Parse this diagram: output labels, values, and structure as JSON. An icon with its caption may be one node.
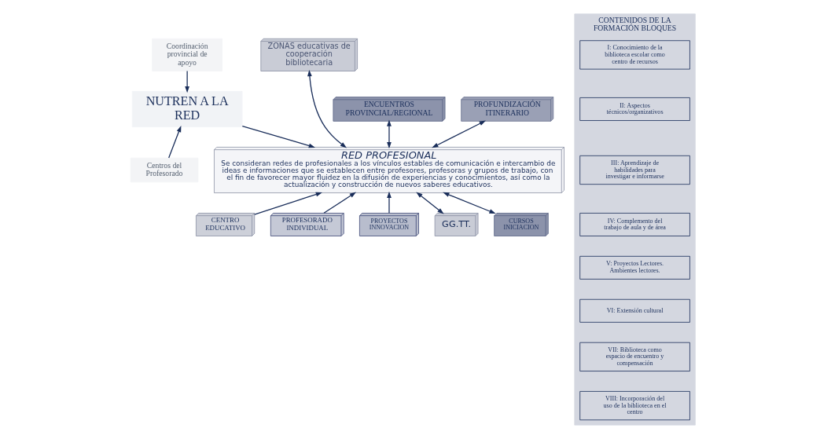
{
  "diagram": {
    "nodes": [
      {
        "text": [
          "Coordinación provincial de apoyo"
        ]
      },
      {
        "text": [
          "NUTREN A LA RED"
        ]
      },
      {
        "text": [
          "Centros del Profesorado"
        ]
      },
      {
        "text": [
          "ZONAS educativas de cooperación bibliotecaria"
        ]
      },
      {
        "text": [
          "ENCUENTROS PROVINCIAL/REGIONAL"
        ]
      },
      {
        "text": [
          "PROFUNDIZACIÓN ITINERARIO"
        ]
      },
      {
        "text": [
          "RED PROFESIONAL",
          "Se consideran redes de profesionales a los vínculos estables de comunicación e intercambio de ideas e informaciones que se establecen entre profesores, profesoras y grupos de trabajo, con el fin de favorecer mayor fluidez en la difusión de experiencias y conocimientos, así como la actualización y construcción de nuevos saberes educativos."
        ]
      },
      {
        "text": [
          "CENTRO EDUCATIVO"
        ]
      },
      {
        "text": [
          "PROFESORADO INDIVIDUAL"
        ]
      },
      {
        "text": [
          "PROYECTOS INNOVACION"
        ]
      },
      {
        "text": [
          "GG.TT."
        ]
      },
      {
        "text": [
          "CURSOS INICIACION"
        ]
      },
      {
        "text": [
          "CONTENIDOS DE LA FORMACIÓN BLOQUES"
        ]
      },
      {
        "text": [
          "I: Conocimiento de la biblioteca escolar como centro de recursos"
        ],
        "in": 12
      },
      {
        "text": [
          "II: Aspectos técnicos/organizativos"
        ],
        "in": 12
      },
      {
        "text": [
          "III: Aprendizaje de habilidades para investigar e informarse"
        ],
        "in": 12
      },
      {
        "text": [
          "IV: Complemento del trabajo de aula y de área"
        ],
        "in": 12
      },
      {
        "text": [
          "V: Proyectos Lectores. Ambientes lectores."
        ],
        "in": 12
      },
      {
        "text": [
          "VI: Extensión cultural"
        ],
        "in": 12
      },
      {
        "text": [
          "VII: Biblioteca como espacio de encuentro y compensación"
        ],
        "in": 12
      },
      {
        "text": [
          "VIII: Incorporación del uso de la biblioteca en el centro"
        ],
        "in": 12
      }
    ],
    "edges": [
      {
        "from": 0,
        "to": 1,
        "arrow": "to"
      },
      {
        "from": 2,
        "to": 1,
        "arrow": "to"
      },
      {
        "from": 1,
        "to": 6,
        "arrow": "to"
      },
      {
        "from": 3,
        "to": 6,
        "arrow": "both"
      },
      {
        "from": 4,
        "to": 6,
        "arrow": "both"
      },
      {
        "from": 5,
        "to": 6,
        "arrow": "both"
      },
      {
        "from": 7,
        "to": 6,
        "arrow": "to"
      },
      {
        "from": 8,
        "to": 6,
        "arrow": "to"
      },
      {
        "from": 9,
        "to": 6,
        "arrow": "to"
      },
      {
        "from": 10,
        "to": 6,
        "arrow": "both"
      },
      {
        "from": 11,
        "to": 6,
        "arrow": "both"
      }
    ]
  }
}
